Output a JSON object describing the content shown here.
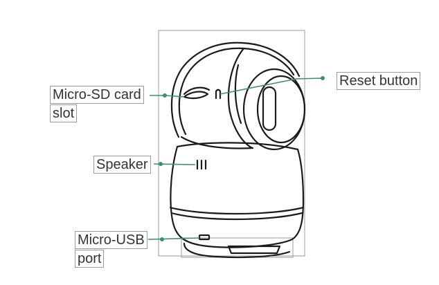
{
  "labels": {
    "micro_sd_line1": "Micro-SD card",
    "micro_sd_line2": "slot",
    "speaker": "Speaker",
    "micro_usb_line1": "Micro-USB",
    "micro_usb_line2": "port",
    "reset": "Reset button"
  },
  "colors": {
    "leader": "#3a8f7a",
    "outline": "#1a1a1a",
    "frame": "#9a9a9a",
    "label_text": "#333333"
  }
}
